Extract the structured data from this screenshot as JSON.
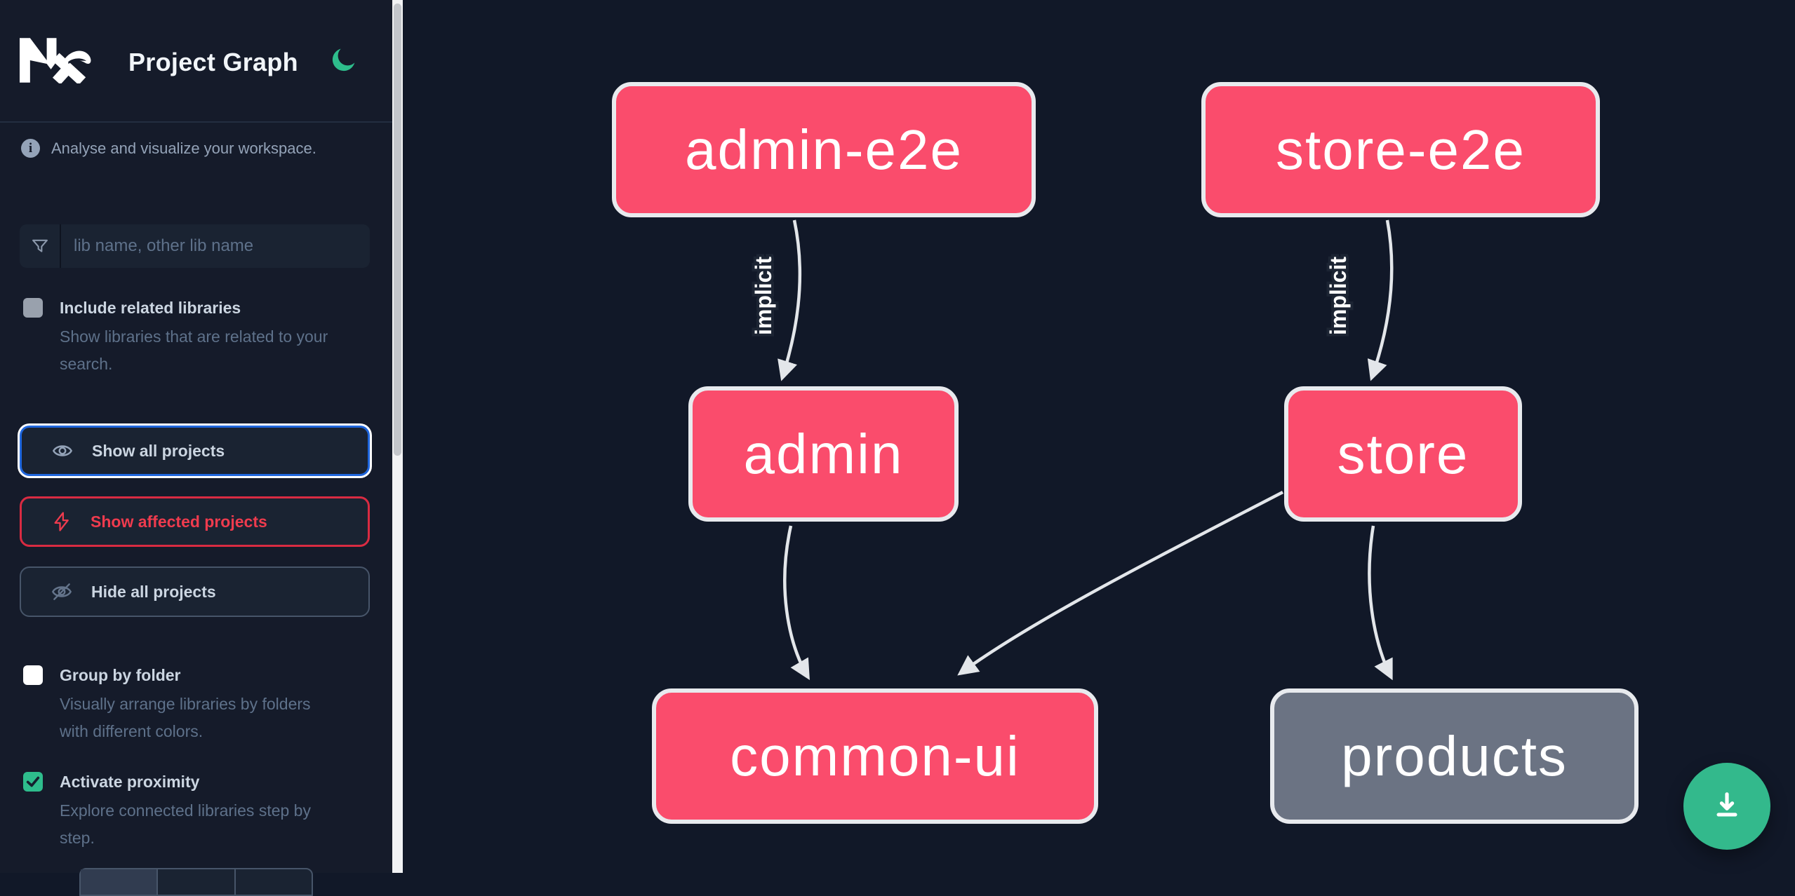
{
  "header": {
    "title": "Project Graph"
  },
  "sidebar": {
    "info_text": "Analyse and visualize your workspace.",
    "search": {
      "placeholder": "lib name, other lib name",
      "value": ""
    },
    "filters": {
      "include_related": {
        "label": "Include related libraries",
        "description": "Show libraries that are related to your search.",
        "checked": false
      },
      "group_by_folder": {
        "label": "Group by folder",
        "description": "Visually arrange libraries by folders with different colors.",
        "checked": false
      },
      "activate_proximity": {
        "label": "Activate proximity",
        "description": "Explore connected libraries step by step.",
        "checked": true
      }
    },
    "actions": {
      "show_all": "Show all projects",
      "show_affected": "Show affected projects",
      "hide_all": "Hide all projects"
    }
  },
  "graph": {
    "nodes": [
      {
        "id": "admin-e2e",
        "label": "admin-e2e",
        "color": "#fa4c6c"
      },
      {
        "id": "store-e2e",
        "label": "store-e2e",
        "color": "#fa4c6c"
      },
      {
        "id": "admin",
        "label": "admin",
        "color": "#fa4c6c"
      },
      {
        "id": "store",
        "label": "store",
        "color": "#fa4c6c"
      },
      {
        "id": "common-ui",
        "label": "common-ui",
        "color": "#fa4c6c"
      },
      {
        "id": "products",
        "label": "products",
        "color": "#6b7383"
      }
    ],
    "edges": [
      {
        "from": "admin-e2e",
        "to": "admin",
        "label": "implicit"
      },
      {
        "from": "store-e2e",
        "to": "store",
        "label": "implicit"
      },
      {
        "from": "admin",
        "to": "common-ui",
        "label": ""
      },
      {
        "from": "store",
        "to": "common-ui",
        "label": ""
      },
      {
        "from": "store",
        "to": "products",
        "label": ""
      }
    ]
  },
  "fab": {
    "icon": "download"
  },
  "colors": {
    "accent_blue": "#1f66dd",
    "accent_red": "#ef3b4e",
    "accent_green": "#2ebd8c",
    "node_pink": "#fa4c6c",
    "node_gray": "#6b7383",
    "edge": "#e3e6ea"
  }
}
